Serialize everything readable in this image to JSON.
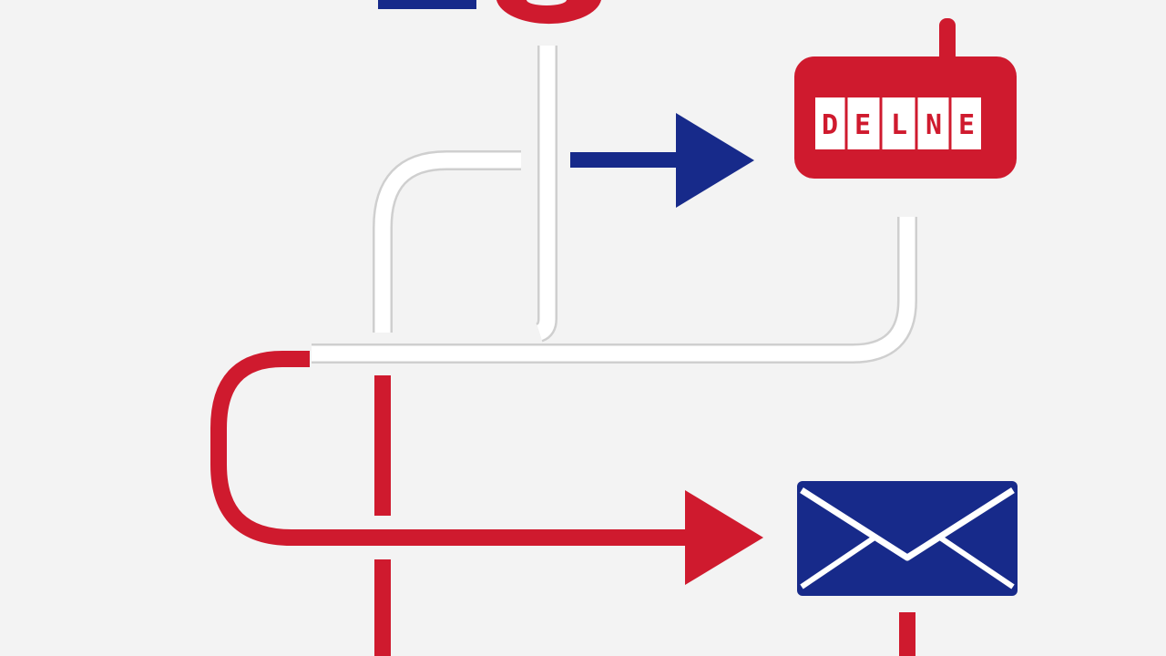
{
  "diagram": {
    "sign": {
      "letters": [
        "D",
        "E",
        "L",
        "N",
        "E"
      ]
    },
    "colors": {
      "red": "#cf1a2e",
      "navy": "#172a8a",
      "white": "#ffffff",
      "outline": "#cfcfcf",
      "background": "#f3f3f3"
    },
    "icons": {
      "top_left": "bar-icon",
      "top_center": "red-circle-icon",
      "sign": "router-sign-icon",
      "envelope": "envelope-icon"
    }
  }
}
